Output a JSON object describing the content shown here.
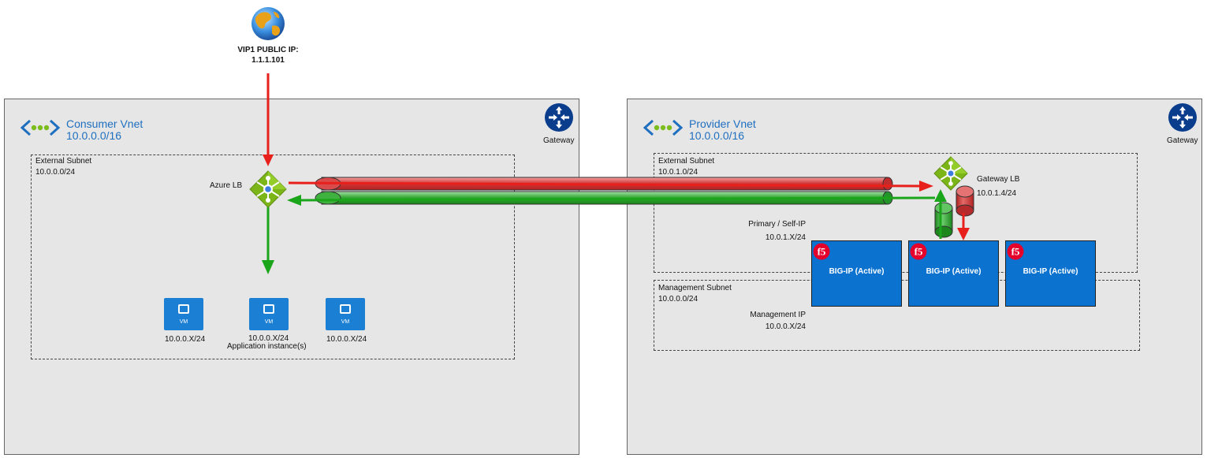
{
  "internet": {
    "label_line1": "VIP1 PUBLIC IP:",
    "label_line2": "1.1.1.101"
  },
  "consumer": {
    "title": "Consumer Vnet",
    "cidr": "10.0.0.0/16",
    "gateway_label": "Gateway",
    "subnet_title": "External Subnet",
    "subnet_cidr": "10.0.0.0/24",
    "lb_label": "Azure LB",
    "vm_badge": "VM",
    "vms": [
      {
        "ip": "10.0.0.X/24"
      },
      {
        "ip": "10.0.0.X/24"
      },
      {
        "ip": "10.0.0.X/24"
      }
    ],
    "app_label": "Application instance(s)"
  },
  "provider": {
    "title": "Provider Vnet",
    "cidr": "10.0.0.0/16",
    "gateway_label": "Gateway",
    "ext_subnet_title": "External Subnet",
    "ext_subnet_cidr": "10.0.1.0/24",
    "gwlb_label": "Gateway LB",
    "gwlb_ip": "10.0.1.4/24",
    "primary_label": "Primary / Self-IP",
    "primary_ip": "10.0.1.X/24",
    "mgmt_subnet_title": "Management Subnet",
    "mgmt_subnet_cidr": "10.0.0.0/24",
    "mgmt_label": "Management IP",
    "mgmt_ip": "10.0.0.X/24",
    "bigips": [
      {
        "label": "BIG-IP  (Active)"
      },
      {
        "label": "BIG-IP  (Active)"
      },
      {
        "label": "BIG-IP  (Active)"
      }
    ],
    "f5_logo": "f5"
  },
  "colors": {
    "red": "#e8201b",
    "green": "#1aa51a",
    "azure_blue": "#1f6fc0",
    "bigip_blue": "#0b72d0"
  },
  "icons": [
    "globe-icon",
    "vnet-icon",
    "gateway-router-icon",
    "load-balancer-icon",
    "vm-icon",
    "f5-logo-icon"
  ]
}
